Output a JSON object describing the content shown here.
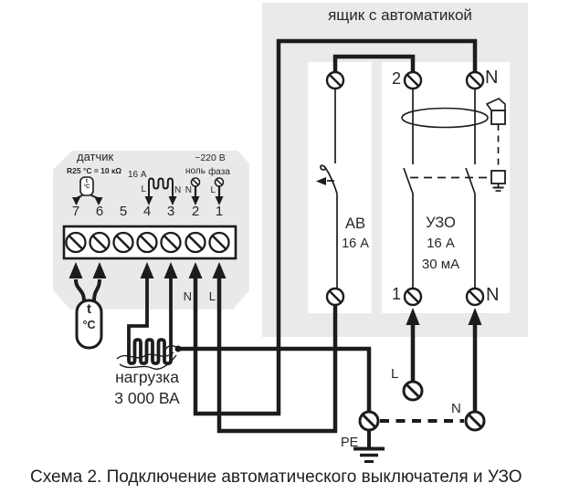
{
  "figure": {
    "caption": "Схема 2. Подключение автоматического выключателя и УЗО"
  },
  "automation_box": {
    "title": "ящик с автоматикой",
    "breaker": {
      "label": "АВ",
      "rating": "16 А"
    },
    "rcd": {
      "label": "УЗО",
      "rating": "16 А",
      "leak": "30 мА",
      "t_top_left": "2",
      "t_top_right": "N",
      "t_bot_left": "1",
      "t_bot_right": "N"
    },
    "supply": {
      "line": "L",
      "neutral": "N",
      "earth": "PE"
    }
  },
  "thermostat": {
    "sensor_title": "датчик",
    "sensor_spec": "R25 °C = 10 кΩ",
    "relay_rating": "16 А",
    "voltage": "~220 В",
    "neutral_name": "ноль",
    "phase_name": "фаза",
    "screw_n": "N",
    "screw_l": "L",
    "heater_l": "L",
    "heater_n": "N",
    "terminals": [
      "7",
      "6",
      "5",
      "4",
      "3",
      "2",
      "1"
    ],
    "wire_n": "N",
    "wire_l": "L",
    "probe_t": "t",
    "probe_c": "°C",
    "face_probe_t": "t",
    "face_probe_c": "°C"
  },
  "load": {
    "name": "нагрузка",
    "power": "3 000 ВА"
  }
}
